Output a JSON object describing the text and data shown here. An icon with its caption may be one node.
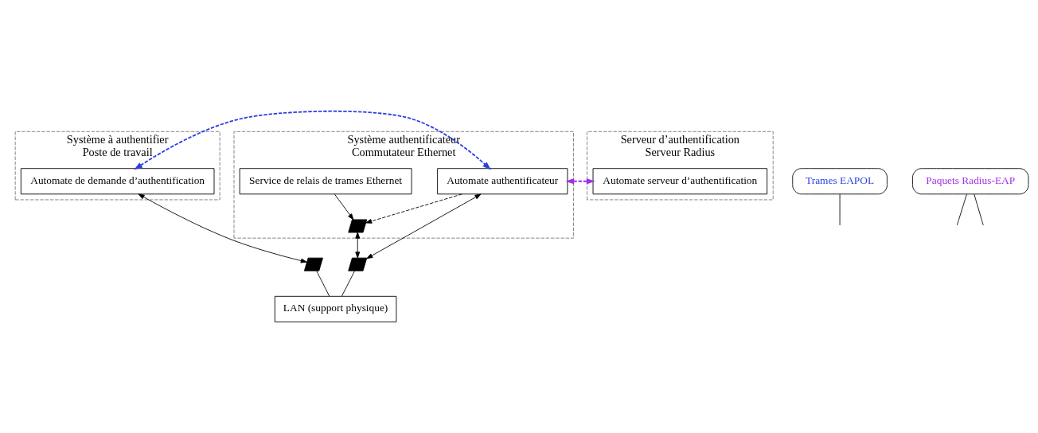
{
  "diagram": {
    "nodes": [
      {
        "text": [
          "Système à authentifier",
          "Poste de travail"
        ]
      },
      {
        "text": [
          "Automate de demande d’authentification"
        ],
        "in": 0
      },
      {
        "text": [
          "Système authentificateur",
          "Commutateur Ethernet"
        ]
      },
      {
        "text": [
          "Service de relais de trames Ethernet"
        ],
        "in": 2
      },
      {
        "text": [
          "Automate authentificateur"
        ],
        "in": 2
      },
      {
        "text": [],
        "shape": "switch",
        "in": 2
      },
      {
        "text": [],
        "shape": "switch"
      },
      {
        "text": [],
        "shape": "switch"
      },
      {
        "text": [
          "LAN (support physique)"
        ]
      },
      {
        "text": [
          "Serveur d’authentification",
          "Serveur Radius"
        ]
      },
      {
        "text": [
          "Automate serveur d’authentification"
        ],
        "in": 9
      },
      {
        "text": [
          "Trames EAPOL"
        ]
      },
      {
        "text": [
          "Paquets Radius-EAP"
        ]
      }
    ],
    "edges": [
      {
        "from": 3,
        "to": 5,
        "arrow": "to"
      },
      {
        "from": 4,
        "to": 5,
        "arrow": "to",
        "style": "dashed"
      },
      {
        "from": 5,
        "to": 7,
        "arrow": "both"
      },
      {
        "from": 4,
        "to": 7,
        "arrow": "both"
      },
      {
        "from": 1,
        "to": 6,
        "arrow": "both"
      },
      {
        "from": 6,
        "to": 8,
        "arrow": "none"
      },
      {
        "from": 7,
        "to": 8,
        "arrow": "none"
      },
      {
        "from": 1,
        "to": 4,
        "arrow": "both",
        "style": "dashed",
        "color": "#2a3fe0"
      },
      {
        "from": 4,
        "to": 10,
        "arrow": "both",
        "style": "dashed",
        "color": "#a030e8"
      },
      {
        "from": 11,
        "to": null,
        "arrow": "none"
      },
      {
        "from": 12,
        "to": null,
        "arrow": "none"
      },
      {
        "from": 12,
        "to": null,
        "arrow": "none"
      }
    ]
  }
}
